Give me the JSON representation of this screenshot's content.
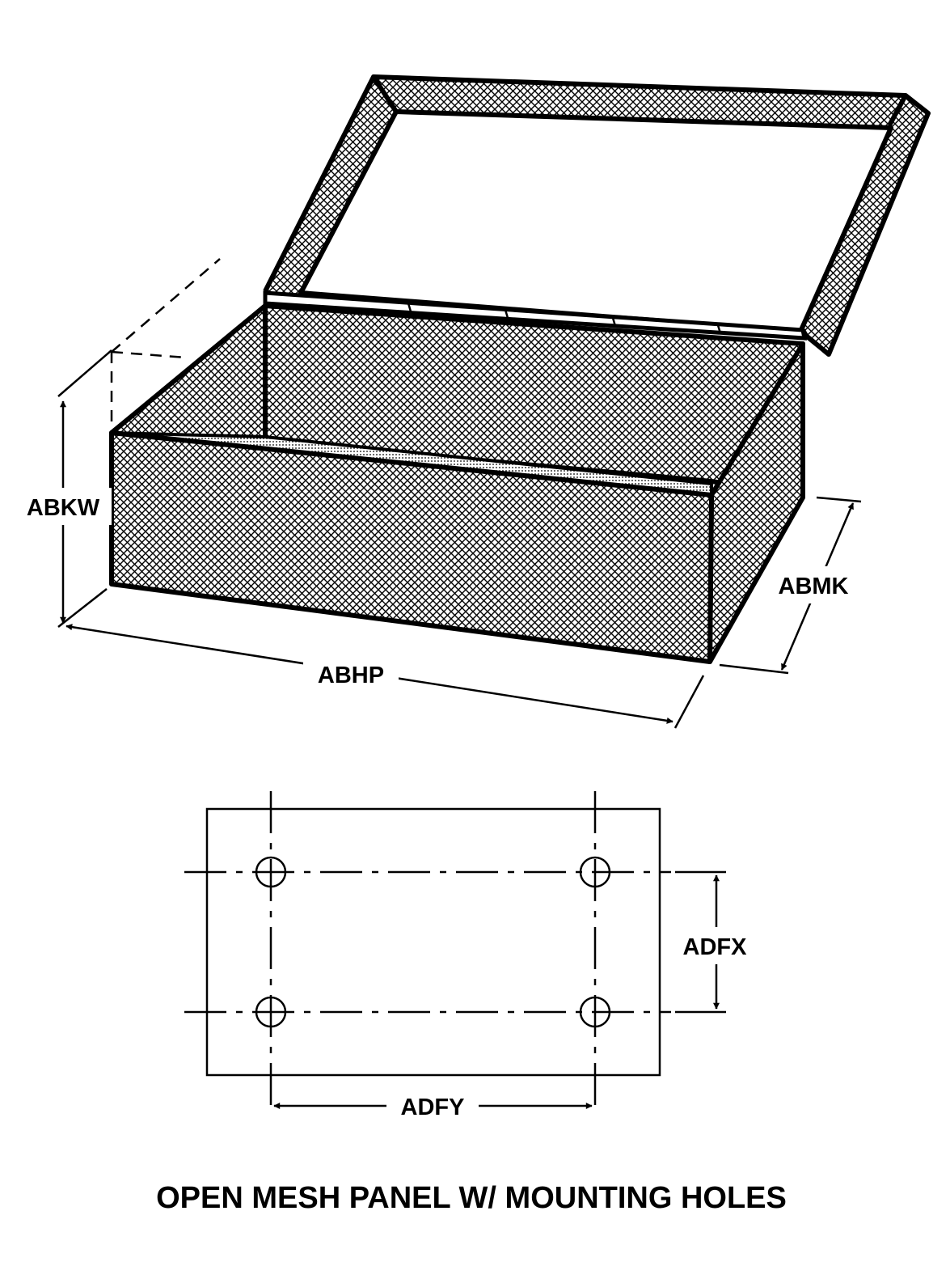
{
  "labels": {
    "height": "ABKW",
    "length": "ABHP",
    "depth": "ABMK",
    "hole_spacing_vertical": "ADFX",
    "hole_spacing_horizontal": "ADFY"
  },
  "caption": "OPEN MESH PANEL W/ MOUNTING HOLES"
}
